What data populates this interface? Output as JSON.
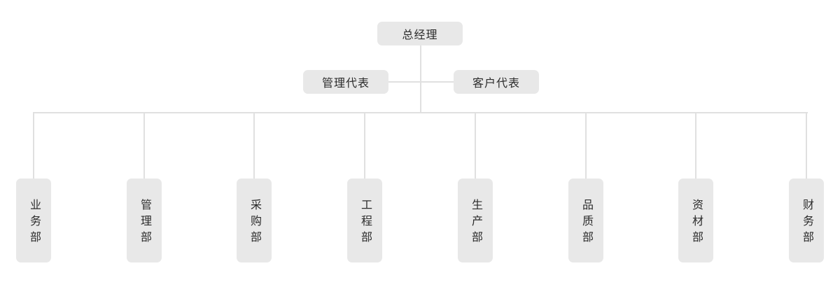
{
  "theme": {
    "background": "#ffffff",
    "node_fill": "#e8e8e8",
    "node_text_color": "#2b2b2b",
    "line_color": "#e0e0e0"
  },
  "org_chart": {
    "root": {
      "label": "总经理"
    },
    "representatives": [
      {
        "label": "管理代表"
      },
      {
        "label": "客户代表"
      }
    ],
    "departments": [
      {
        "label": "业务部"
      },
      {
        "label": "管理部"
      },
      {
        "label": "采购部"
      },
      {
        "label": "工程部"
      },
      {
        "label": "生产部"
      },
      {
        "label": "品质部"
      },
      {
        "label": "资材部"
      },
      {
        "label": "财务部"
      }
    ]
  }
}
